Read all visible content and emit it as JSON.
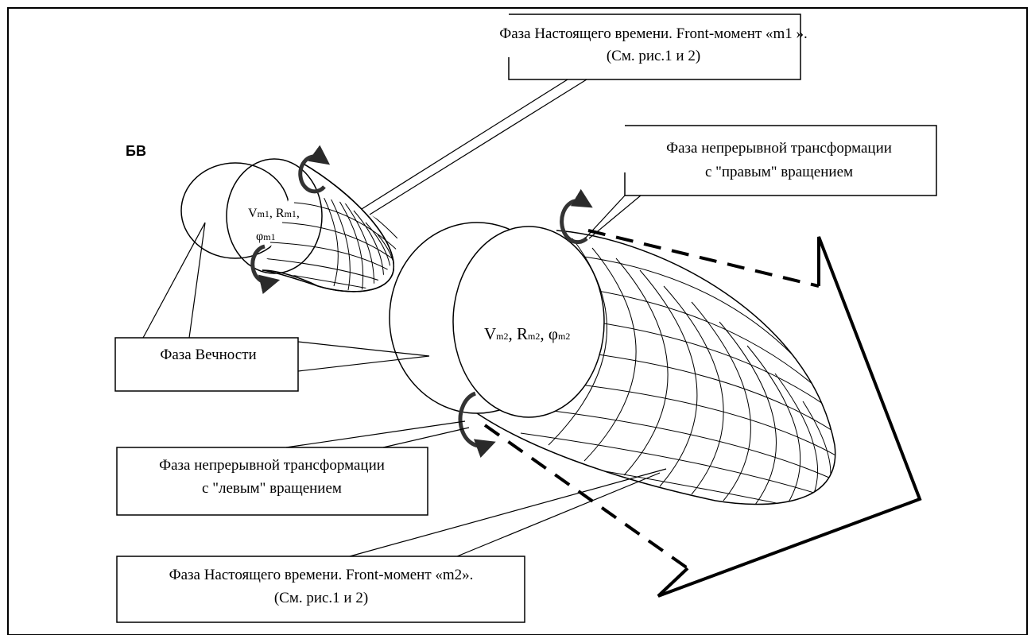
{
  "title_label": "БВ",
  "callouts": {
    "present_m1_line1": "Фаза Настоящего времени. Front-момент «m1 ».",
    "present_m1_line2": "(См. рис.1 и 2)",
    "right_rotation_line1": "Фаза непрерывной трансформации",
    "right_rotation_line2": "с \"правым\" вращением",
    "eternity": "Фаза Вечности",
    "left_rotation_line1": "Фаза непрерывной трансформации",
    "left_rotation_line2": "с \"левым\" вращением",
    "present_m2_line1": "Фаза Настоящего времени. Front-момент «m2».",
    "present_m2_line2": "(См. рис.1 и 2)"
  },
  "small_cone": {
    "v": "V",
    "v_sub": "m1",
    "sep1": ", R",
    "r_sub": "m1",
    "sep2": ",",
    "phi": "φ",
    "phi_sub": "m1"
  },
  "big_cone": {
    "v": "V",
    "v_sub": "m2",
    "sep1": ", R",
    "r_sub": "m2",
    "sep2": ", ",
    "phi": "φ",
    "phi_sub": "m2"
  }
}
